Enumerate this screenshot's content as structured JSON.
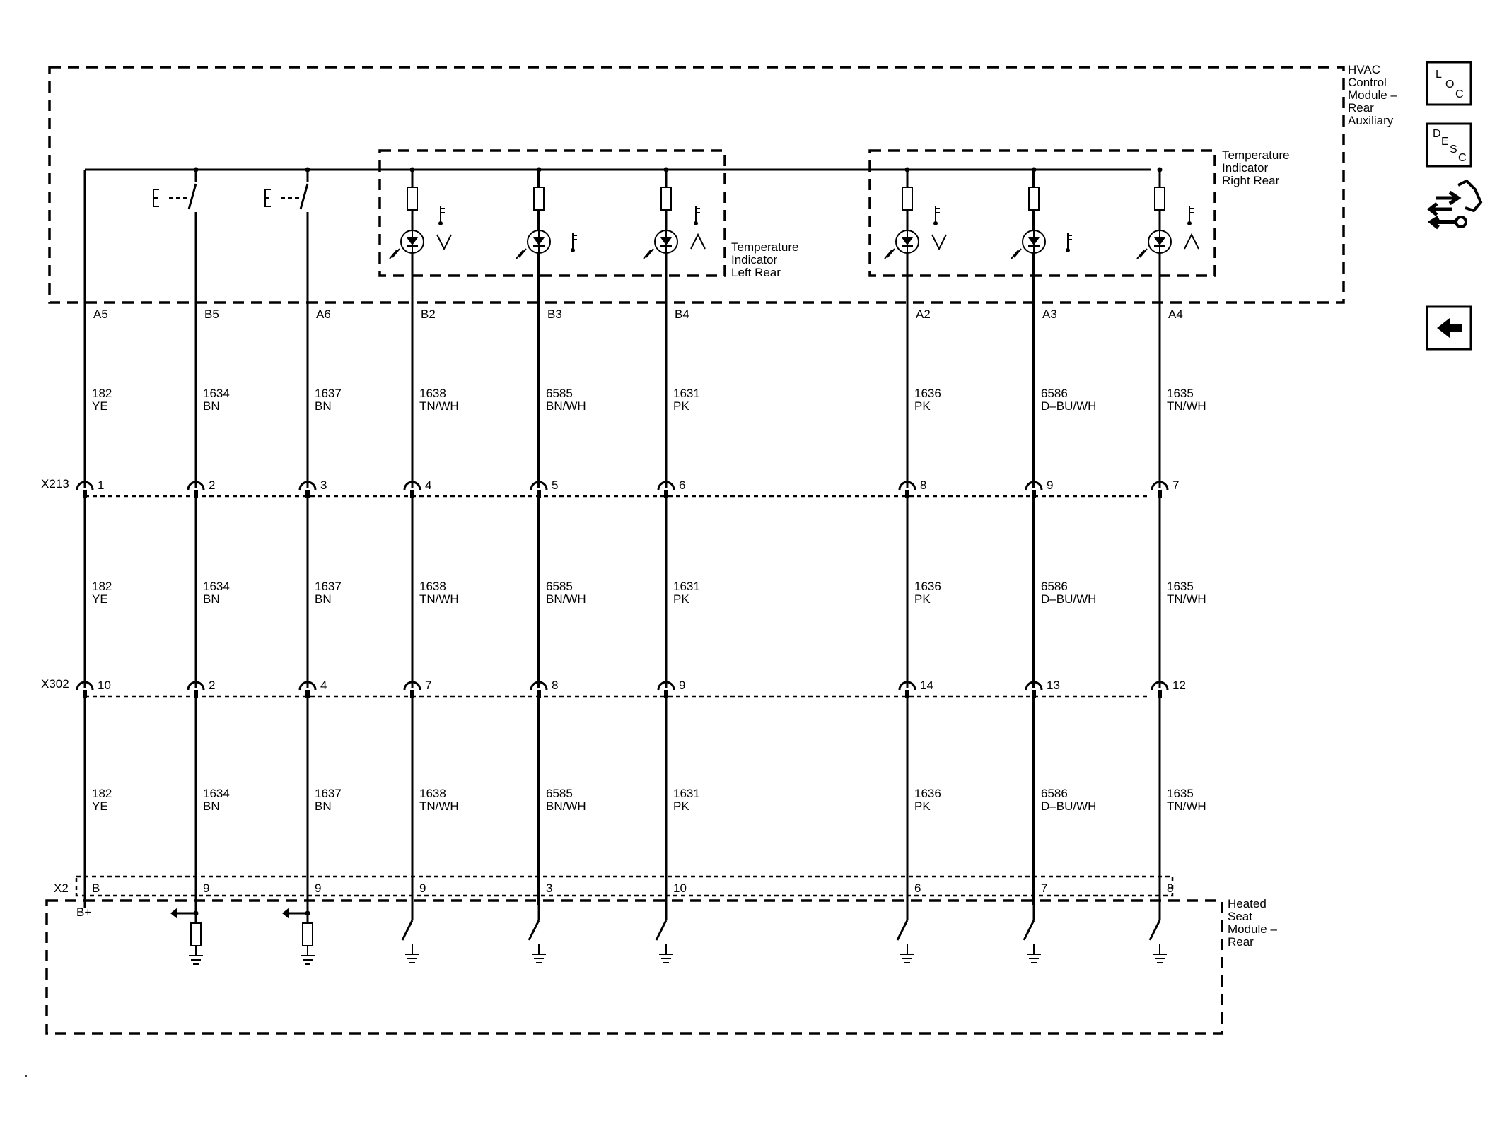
{
  "modules": {
    "hvac": [
      "HVAC",
      "Control",
      "Module –",
      "Rear",
      "Auxiliary"
    ],
    "temp_left": [
      "Temperature",
      "Indicator",
      "Left Rear"
    ],
    "temp_right": [
      "Temperature",
      "Indicator",
      "Right Rear"
    ],
    "heated_seat": [
      "Heated",
      "Seat",
      "Module –",
      "Rear"
    ]
  },
  "connectors": {
    "x213": "X213",
    "x302": "X302",
    "x2": "X2",
    "b_plus": "B+"
  },
  "circuits": [
    {
      "id": "c182",
      "module_pin": "A5",
      "circuit": "182",
      "color": "YE",
      "x213_pin": "1",
      "x302_pin": "10",
      "x2_pin": "B",
      "load": "bplus"
    },
    {
      "id": "c1634",
      "module_pin": "B5",
      "circuit": "1634",
      "color": "BN",
      "x213_pin": "2",
      "x302_pin": "2",
      "x2_pin": "9",
      "load": "resistor"
    },
    {
      "id": "c1637",
      "module_pin": "A6",
      "circuit": "1637",
      "color": "BN",
      "x213_pin": "3",
      "x302_pin": "4",
      "x2_pin": "9",
      "load": "resistor"
    },
    {
      "id": "c1638",
      "module_pin": "B2",
      "circuit": "1638",
      "color": "TN/WH",
      "x213_pin": "4",
      "x302_pin": "7",
      "x2_pin": "9",
      "load": "switch"
    },
    {
      "id": "c6585",
      "module_pin": "B3",
      "circuit": "6585",
      "color": "BN/WH",
      "x213_pin": "5",
      "x302_pin": "8",
      "x2_pin": "3",
      "load": "switch"
    },
    {
      "id": "c1631",
      "module_pin": "B4",
      "circuit": "1631",
      "color": "PK",
      "x213_pin": "6",
      "x302_pin": "9",
      "x2_pin": "10",
      "load": "switch"
    },
    {
      "id": "c1636",
      "module_pin": "A2",
      "circuit": "1636",
      "color": "PK",
      "x213_pin": "8",
      "x302_pin": "14",
      "x2_pin": "6",
      "load": "switch"
    },
    {
      "id": "c6586",
      "module_pin": "A3",
      "circuit": "6586",
      "color": "D–BU/WH",
      "x213_pin": "9",
      "x302_pin": "13",
      "x2_pin": "7",
      "load": "switch"
    },
    {
      "id": "c1635",
      "module_pin": "A4",
      "circuit": "1635",
      "color": "TN/WH",
      "x213_pin": "7",
      "x302_pin": "12",
      "x2_pin": "8",
      "load": "switch"
    }
  ],
  "nav": {
    "loc": {
      "l": "L",
      "o": "O",
      "c": "C"
    },
    "desc": {
      "d": "D",
      "e": "E",
      "s": "S",
      "c": "C"
    }
  },
  "icons": {
    "loc": "loc-icon",
    "desc": "desc-icon",
    "connector": "connector-tool-icon",
    "back": "back-arrow-icon"
  }
}
